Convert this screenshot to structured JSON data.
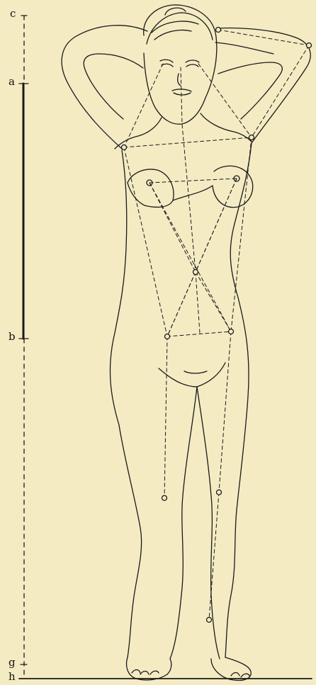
{
  "scale_labels": {
    "c": "c",
    "a": "a",
    "b": "b",
    "g": "g",
    "h": "h"
  },
  "colors": {
    "paper": "#f4ebc3",
    "ink": "#1a1a1a"
  }
}
